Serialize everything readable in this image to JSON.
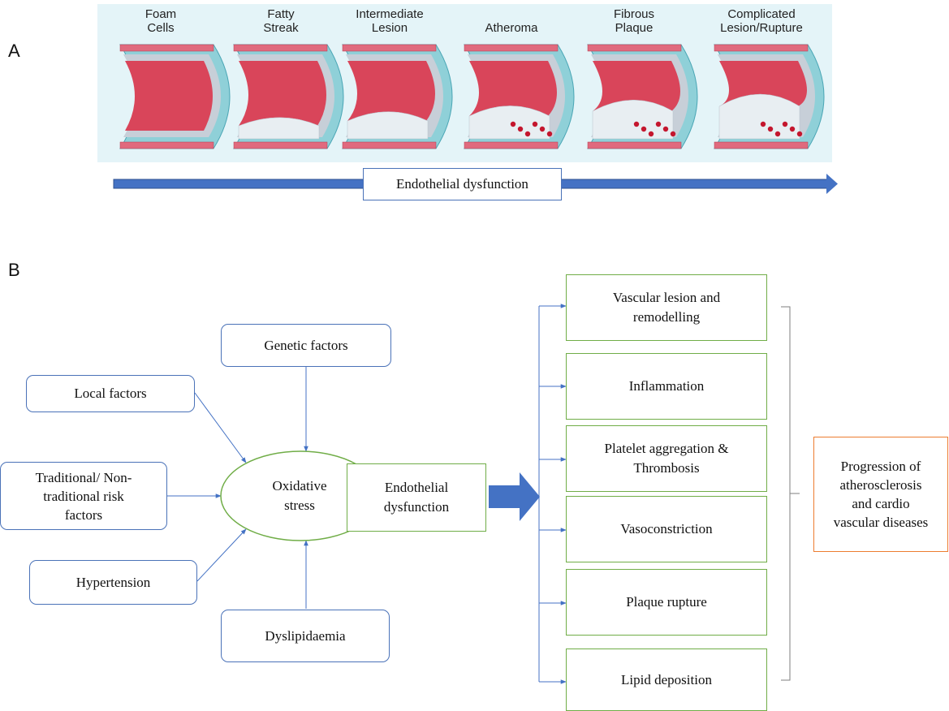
{
  "panel_a": {
    "letter": "A",
    "stages": [
      "Foam\nCells",
      "Fatty\nStreak",
      "Intermediate\nLesion",
      "Atheroma",
      "Fibrous\nPlaque",
      "Complicated\nLesion/Rupture"
    ],
    "timeline_label": "Endothelial dysfunction"
  },
  "panel_b": {
    "letter": "B",
    "inputs": {
      "genetic": "Genetic factors",
      "local": "Local factors",
      "traditional": "Traditional/ Non-\ntraditional risk\nfactors",
      "hypertension": "Hypertension",
      "dyslipidaemia": "Dyslipidaemia"
    },
    "oxidative_stress": "Oxidative\nstress",
    "endothelial_dysfunction": "Endothelial\ndysfunction",
    "effects": [
      "Vascular lesion and\nremodelling",
      "Inflammation",
      "Platelet aggregation  &\nThrombosis",
      "Vasoconstriction",
      "Plaque rupture",
      "Lipid deposition"
    ],
    "outcome": "Progression of\natherosclerosis\nand cardio\nvascular diseases"
  },
  "colors": {
    "arrow_blue": "#4472c4",
    "box_blue": "#4a72b8",
    "box_green": "#70ad47",
    "box_orange": "#ed7d31",
    "artery_red": "#d9455a"
  }
}
